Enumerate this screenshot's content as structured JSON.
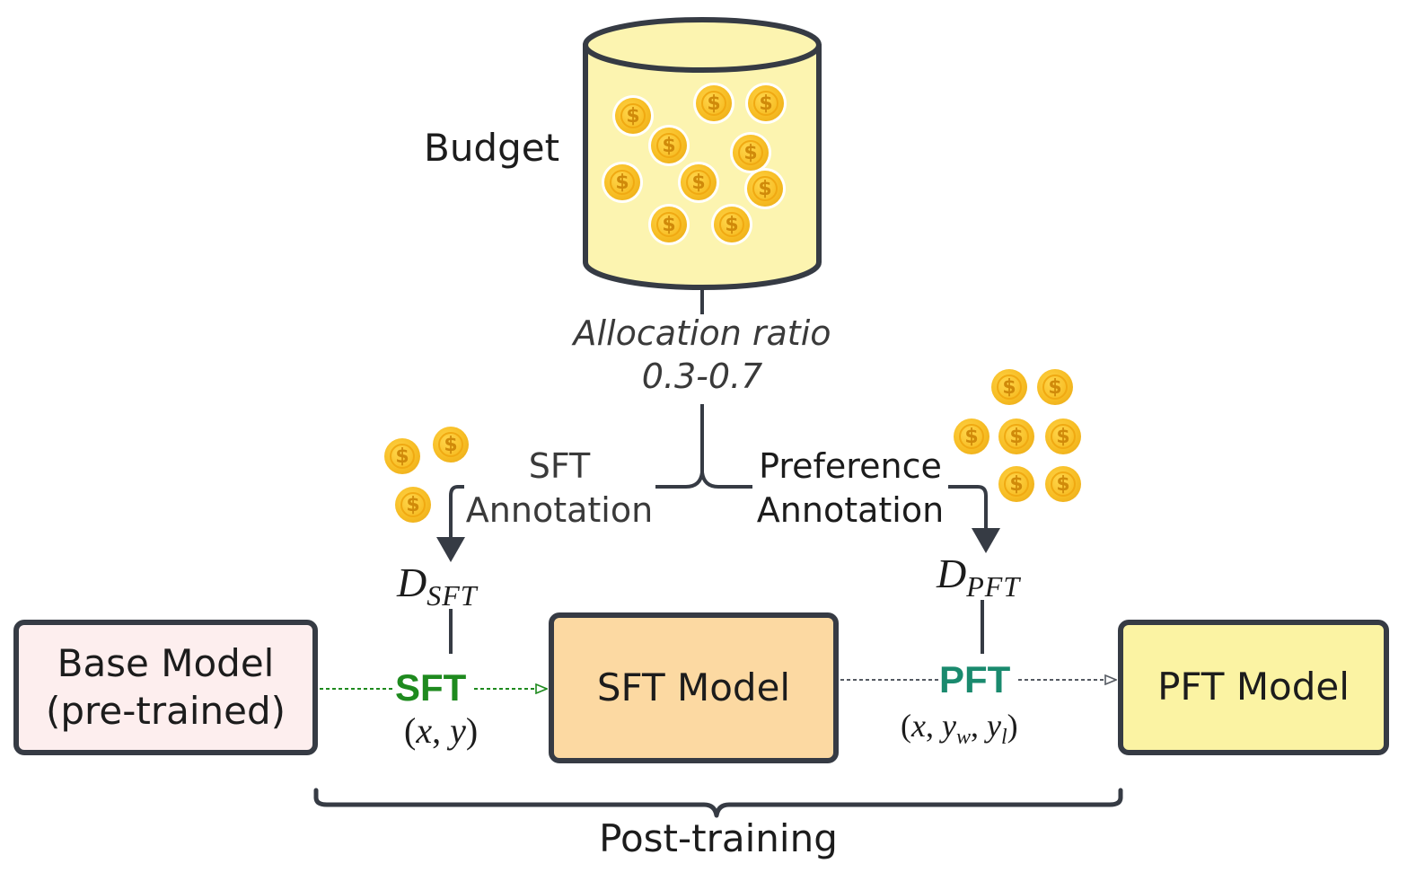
{
  "budget": {
    "label": "Budget",
    "coin_symbol": "$",
    "fill_color": "#fcf4b0",
    "coin_color": "#f7bd24"
  },
  "allocation": {
    "line1": "Allocation ratio",
    "line2": "0.3-0.7"
  },
  "sft_annotation": {
    "line1": "SFT",
    "line2": "Annotation",
    "dataset_base": "D",
    "dataset_sub": "SFT"
  },
  "pref_annotation": {
    "line1": "Preference",
    "line2": "Annotation",
    "dataset_base": "D",
    "dataset_sub": "PFT"
  },
  "boxes": {
    "base_model": {
      "line1": "Base Model",
      "line2": "(pre-trained)",
      "fill": "#fdeeee"
    },
    "sft_model": {
      "label": "SFT Model",
      "fill": "#fcd9a2"
    },
    "pft_model": {
      "label": "PFT Model",
      "fill": "#fbf3a3"
    }
  },
  "edges": {
    "sft": {
      "label": "SFT",
      "color": "#1e8a1e",
      "data_open": "(",
      "x": "x",
      "comma": ",",
      "y": "y",
      "data_close": ")"
    },
    "pft": {
      "label": "PFT",
      "color": "#1a8a6e",
      "data_open": "(",
      "x": "x",
      "comma1": ",",
      "yw": "y",
      "yw_sub": "w",
      "comma2": ",",
      "yl": "y",
      "yl_sub": "l",
      "data_close": ")"
    }
  },
  "post_training": "Post-training",
  "colors": {
    "stroke": "#363b44",
    "text": "#1c1c1c"
  }
}
